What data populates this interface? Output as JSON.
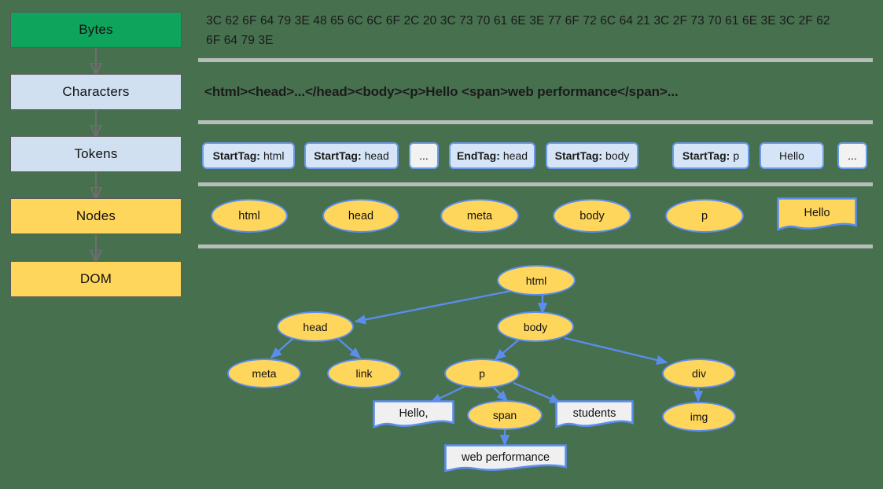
{
  "background_color": "#47704f",
  "palette": {
    "green": "#0fa45c",
    "light_blue": "#d0e0f0",
    "yellow": "#ffd65c",
    "node_border_blue": "#5b8def",
    "token_fill": "#d6e4f7",
    "token_plain_fill": "#f2f2f2",
    "text_doc_fill": "#f0f0f0",
    "separator": "#b7bdb9",
    "arrow_gray": "#6e6e6e"
  },
  "pipeline": {
    "name": "dom-construction-pipeline",
    "stages": [
      {
        "label": "Bytes",
        "color": "green"
      },
      {
        "label": "Characters",
        "color": "blue"
      },
      {
        "label": "Tokens",
        "color": "blue"
      },
      {
        "label": "Nodes",
        "color": "yellow"
      },
      {
        "label": "DOM",
        "color": "yellow"
      }
    ]
  },
  "bytes_row": {
    "name": "bytes-hex-dump",
    "text": "3C 62 6F 64 79 3E 48 65 6C 6C 6F 2C 20 3C 73 70 61 6E 3E 77 6F 72 6C 64 21 3C 2F 73 70 61 6E 3E 3C 2F 62 6F 64 79 3E"
  },
  "characters_row": {
    "name": "characters-markup",
    "text": "<html><head>...</head><body><p>Hello <span>web performance</span>..."
  },
  "tokens_row": {
    "name": "token-stream",
    "tokens": [
      {
        "kind": "StartTag:",
        "value": "html",
        "plain": false
      },
      {
        "kind": "StartTag:",
        "value": "head",
        "plain": false
      },
      {
        "kind": "",
        "value": "...",
        "plain": true
      },
      {
        "kind": "EndTag:",
        "value": "head",
        "plain": false
      },
      {
        "kind": "StartTag:",
        "value": "body",
        "plain": false
      },
      {
        "kind": "StartTag:",
        "value": "p",
        "plain": false
      },
      {
        "kind": "",
        "value": "Hello",
        "plain": false
      },
      {
        "kind": "",
        "value": "...",
        "plain": true
      }
    ]
  },
  "nodes_row": {
    "name": "node-list",
    "nodes": [
      {
        "label": "html",
        "shape": "ellipse"
      },
      {
        "label": "head",
        "shape": "ellipse"
      },
      {
        "label": "meta",
        "shape": "ellipse"
      },
      {
        "label": "body",
        "shape": "ellipse"
      },
      {
        "label": "p",
        "shape": "ellipse"
      },
      {
        "label": "Hello",
        "shape": "document"
      }
    ]
  },
  "dom_tree": {
    "name": "dom-tree",
    "nodes": [
      {
        "id": "html",
        "label": "html",
        "shape": "ellipse"
      },
      {
        "id": "head",
        "label": "head",
        "shape": "ellipse"
      },
      {
        "id": "body",
        "label": "body",
        "shape": "ellipse"
      },
      {
        "id": "meta",
        "label": "meta",
        "shape": "ellipse"
      },
      {
        "id": "link",
        "label": "link",
        "shape": "ellipse"
      },
      {
        "id": "p",
        "label": "p",
        "shape": "ellipse"
      },
      {
        "id": "div",
        "label": "div",
        "shape": "ellipse"
      },
      {
        "id": "hello",
        "label": "Hello,",
        "shape": "document"
      },
      {
        "id": "span",
        "label": "span",
        "shape": "ellipse"
      },
      {
        "id": "students",
        "label": "students",
        "shape": "document"
      },
      {
        "id": "img",
        "label": "img",
        "shape": "ellipse"
      },
      {
        "id": "webperf",
        "label": "web performance",
        "shape": "document"
      }
    ],
    "edges": [
      {
        "from": "html",
        "to": "head"
      },
      {
        "from": "html",
        "to": "body"
      },
      {
        "from": "head",
        "to": "meta"
      },
      {
        "from": "head",
        "to": "link"
      },
      {
        "from": "body",
        "to": "p"
      },
      {
        "from": "body",
        "to": "div"
      },
      {
        "from": "p",
        "to": "hello"
      },
      {
        "from": "p",
        "to": "span"
      },
      {
        "from": "p",
        "to": "students"
      },
      {
        "from": "div",
        "to": "img"
      },
      {
        "from": "span",
        "to": "webperf"
      }
    ]
  }
}
